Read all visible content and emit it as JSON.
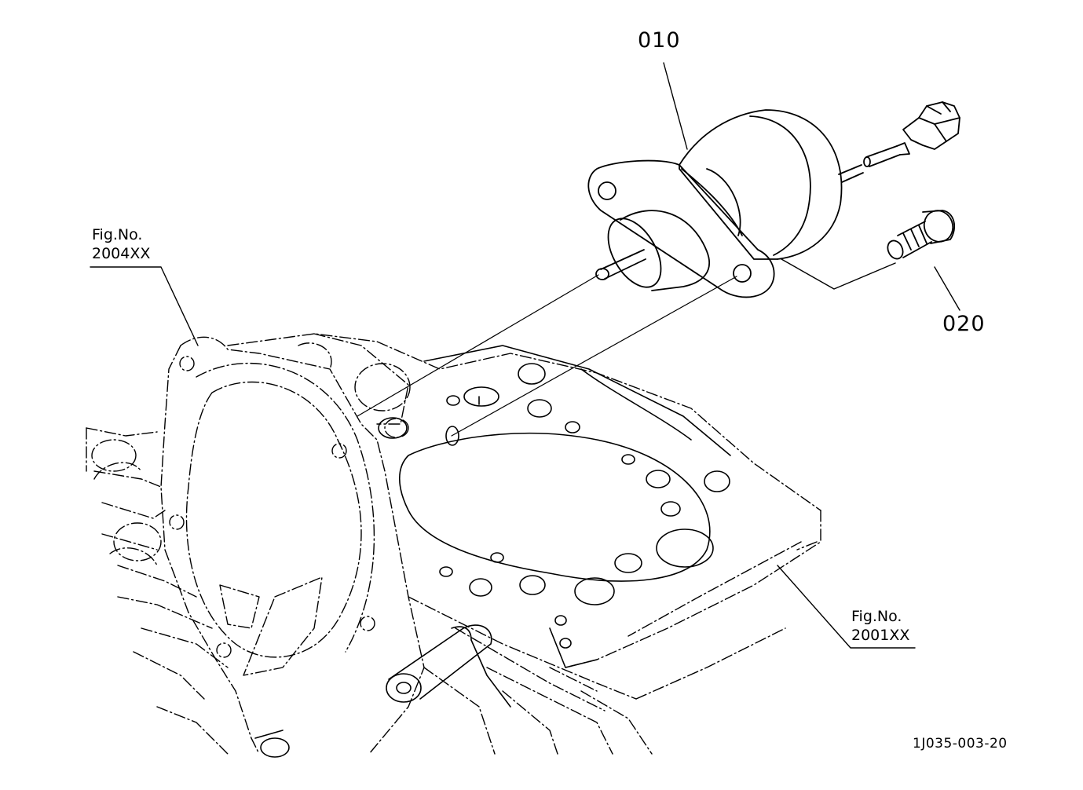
{
  "parts": [
    {
      "number": "010"
    },
    {
      "number": "020"
    }
  ],
  "figure_refs": [
    {
      "line1": "Fig.No.",
      "line2": "2004XX"
    },
    {
      "line1": "Fig.No.",
      "line2": "2001XX"
    }
  ],
  "drawing_code": "1J035-003-20",
  "colors": {
    "ink": "#000000",
    "paper": "#ffffff"
  }
}
